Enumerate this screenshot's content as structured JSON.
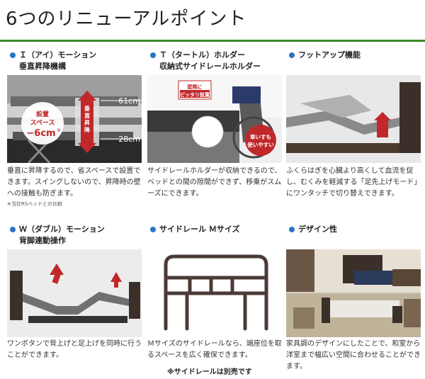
{
  "title": "6つのリニューアルポイント",
  "cards": [
    {
      "head1": "Ｉ（アイ）モーション",
      "head2": "垂直昇降機構",
      "desc": "垂直に昇降するので、省スペースで設置できます。スイングしないので、昇降時の壁への接触も防ぎます。",
      "note": "※当社RSベッドとの比較",
      "photo_labels": {
        "top": "61cm",
        "bottom": "28cm",
        "side1": "設置",
        "side2": "スペース",
        "side3": "−6cm",
        "side3_mark": "※",
        "arrow_text": "垂直昇降"
      }
    },
    {
      "head1": "Ｔ（タートル）ホルダー",
      "head2": "収納式サイドレールホルダー",
      "desc": "サイドレールホルダーが収納できるので、ベッドとの間の隙間ができず、移乗がスムーズにできます。",
      "photo_labels": {
        "badge1": "壁際に",
        "badge2": "ピッタリ設置",
        "circle1": "車いすも",
        "circle2": "使いやすい"
      }
    },
    {
      "head1": "フットアップ機能",
      "head2": "",
      "desc": "ふくらはぎを心臓より高くして血流を促し、むくみを軽減する「足先上げモード」にワンタッチで切り替えできます。"
    },
    {
      "head1": "Ｗ（ダブル）モーション",
      "head2": "背脚連動操作",
      "desc": "ワンボタンで背上げと足上げを同時に行うことができます。"
    },
    {
      "head1": "サイドレール Ｍサイズ",
      "head2": "",
      "desc": "Ｍサイズのサイドレールなら、端座位を取るスペースを広く確保できます。"
    },
    {
      "head1": "デザイン性",
      "head2": "",
      "desc": "家具調のデザインにしたことで、和室から洋室まで幅広い空間に合わせることができます。"
    }
  ],
  "footer_note": "※サイドレールは別売です",
  "colors": {
    "accent_green": "#3a8a2a",
    "bullet_blue": "#2a73c4",
    "arrow_red": "#c0282a"
  }
}
